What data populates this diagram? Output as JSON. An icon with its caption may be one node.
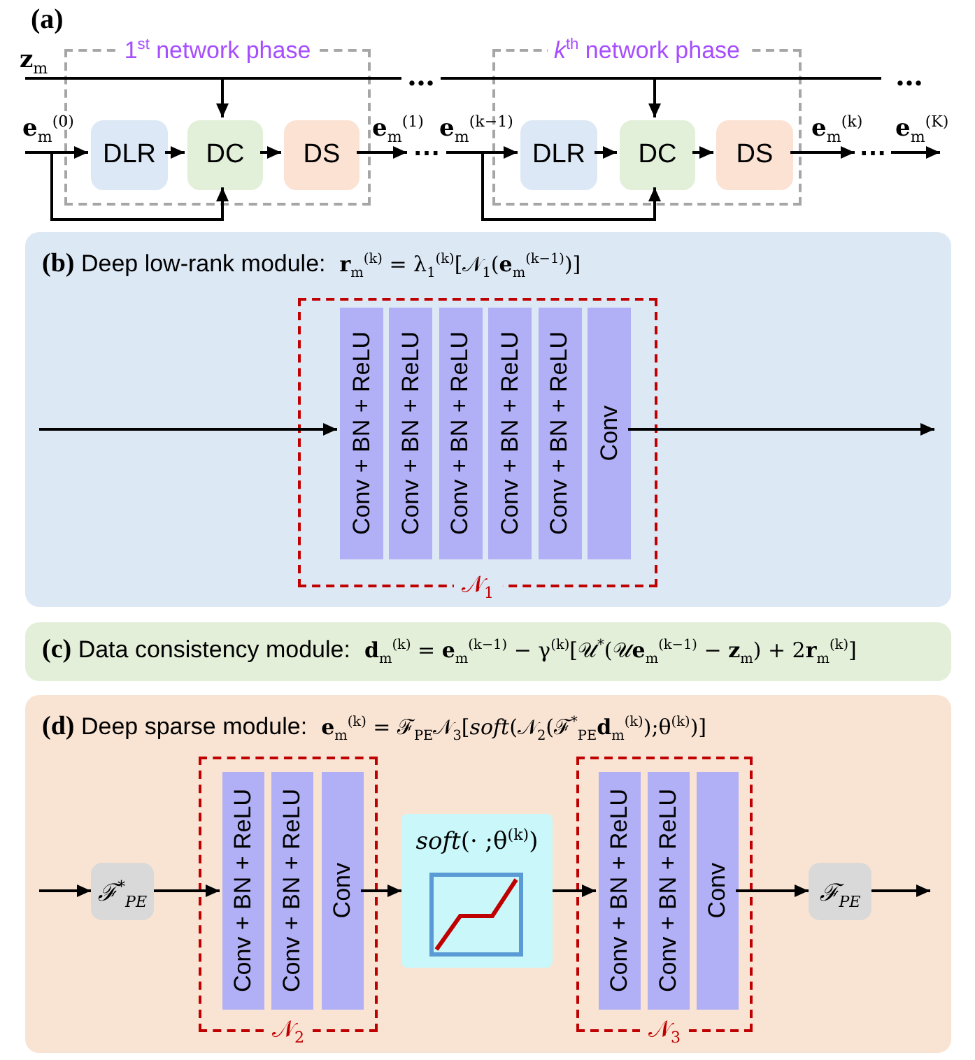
{
  "diagram": {
    "nodes": [
      {
        "text": [
          "1$^{st}$ network phase"
        ]
      },
      {
        "text": [
          "DLR"
        ],
        "in": 0
      },
      {
        "text": [
          "DC"
        ],
        "in": 0
      },
      {
        "text": [
          "DS"
        ],
        "in": 0
      },
      {
        "text": [
          "*k*$^{th}$ network phase"
        ]
      },
      {
        "text": [
          "DLR"
        ],
        "in": 4
      },
      {
        "text": [
          "DC"
        ],
        "in": 4
      },
      {
        "text": [
          "DS"
        ],
        "in": 4
      },
      {
        "text": [
          "**z**$_{m}$"
        ]
      },
      {
        "text": [
          "**(b)** Deep low-rank module:",
          "**r**$_{m}$$^{(k)}$ = λ$_{1}$$^{(k)}$[𝒩$_{1}$(**e**$_{m}$$^{(k−1)}$)]"
        ]
      },
      {
        "text": [
          "𝒩$_{1}$"
        ],
        "in": 9
      },
      {
        "text": [
          "Conv + BN + ReLU"
        ],
        "in": 10
      },
      {
        "text": [
          "Conv + BN + ReLU"
        ],
        "in": 10
      },
      {
        "text": [
          "Conv + BN + ReLU"
        ],
        "in": 10
      },
      {
        "text": [
          "Conv + BN + ReLU"
        ],
        "in": 10
      },
      {
        "text": [
          "Conv + BN + ReLU"
        ],
        "in": 10
      },
      {
        "text": [
          "Conv"
        ],
        "in": 10
      },
      {
        "text": [
          "**(c)** Data consistency module:",
          "**d**$_{m}$$^{(k)}$ = **e**$_{m}$$^{(k−1)}$ − γ$^{(k)}$[𝒰$^{*}$(𝒰**e**$_{m}$$^{(k−1)}$ − **z**$_{m}$) + 2**r**$_{m}$$^{(k)}$]"
        ]
      },
      {
        "text": [
          "**(d)** Deep sparse module:",
          "**e**$_{m}$$^{(k)}$ = ℱ$_{PE}$𝒩$_{3}$[*soft*(𝒩$_{2}$(ℱ$^{*}$$_{PE}$**d**$_{m}$$^{(k)}$);θ$^{(k)}$)]"
        ]
      },
      {
        "text": [
          "ℱ$^{*}$$_{PE}$"
        ],
        "in": 18
      },
      {
        "text": [
          "𝒩$_{2}$"
        ],
        "in": 18
      },
      {
        "text": [
          "Conv + BN + ReLU"
        ],
        "in": 20
      },
      {
        "text": [
          "Conv + BN + ReLU"
        ],
        "in": 20
      },
      {
        "text": [
          "Conv"
        ],
        "in": 20
      },
      {
        "text": [
          "*soft*(· ;θ$^{(k)}$)"
        ],
        "in": 18
      },
      {
        "text": [
          "𝒩$_{3}$"
        ],
        "in": 18
      },
      {
        "text": [
          "Conv + BN + ReLU"
        ],
        "in": 25
      },
      {
        "text": [
          "Conv + BN + ReLU"
        ],
        "in": 25
      },
      {
        "text": [
          "Conv"
        ],
        "in": 25
      },
      {
        "text": [
          "ℱ$_{PE}$"
        ],
        "in": 18
      },
      {
        "text": [
          "…"
        ]
      },
      {
        "text": [
          "…"
        ]
      }
    ],
    "edges": [
      {
        "from": null,
        "to": 1,
        "arrow": "to",
        "label": "**e**$_{m}$$^{(0)}$"
      },
      {
        "from": 1,
        "to": 2,
        "arrow": "to"
      },
      {
        "from": 2,
        "to": 3,
        "arrow": "to"
      },
      {
        "from": 3,
        "to": 30,
        "arrow": "to",
        "label": "**e**$_{m}$$^{(1)}$"
      },
      {
        "from": 30,
        "to": 5,
        "arrow": "to",
        "label": "**e**$_{m}$$^{(k−1)}$"
      },
      {
        "from": 5,
        "to": 6,
        "arrow": "to"
      },
      {
        "from": 6,
        "to": 7,
        "arrow": "to"
      },
      {
        "from": 7,
        "to": 31,
        "arrow": "to",
        "label": "**e**$_{m}$$^{(k)}$"
      },
      {
        "from": 8,
        "to": 2,
        "arrow": "to"
      },
      {
        "from": 8,
        "to": 6,
        "arrow": "to"
      },
      {
        "from": null,
        "to": 2,
        "arrow": "to"
      },
      {
        "from": null,
        "to": 6,
        "arrow": "to"
      },
      {
        "from": null,
        "to": 11,
        "arrow": "to"
      },
      {
        "from": 16,
        "to": null,
        "arrow": "to"
      },
      {
        "from": null,
        "to": 19,
        "arrow": "to"
      },
      {
        "from": 19,
        "to": 21,
        "arrow": "to"
      },
      {
        "from": 23,
        "to": 24,
        "arrow": "to"
      },
      {
        "from": 24,
        "to": 26,
        "arrow": "to"
      },
      {
        "from": 28,
        "to": 29,
        "arrow": "to"
      },
      {
        "from": 29,
        "to": null,
        "arrow": "to"
      },
      {
        "from": 31,
        "to": null,
        "arrow": "to",
        "label": "**e**$_{m}$$^{(K)}$"
      }
    ],
    "labels": [
      "(a)",
      "…",
      "…"
    ]
  }
}
